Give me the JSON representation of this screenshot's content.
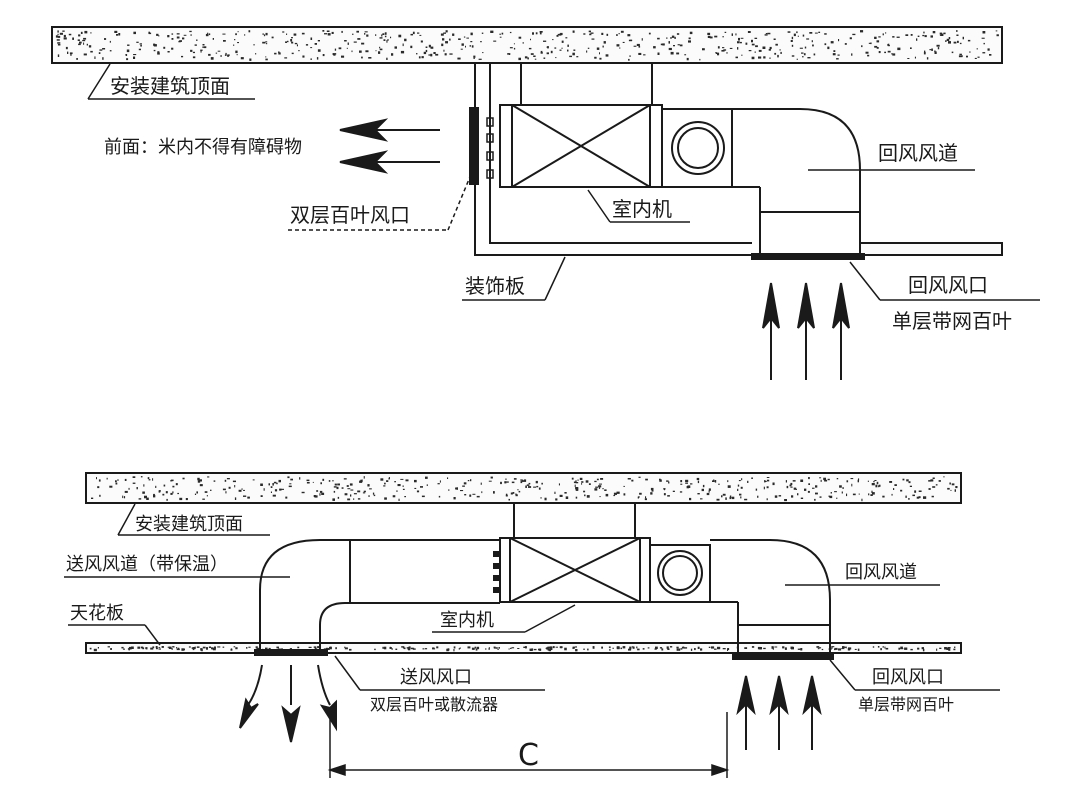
{
  "top": {
    "ceiling": "安装建筑顶面",
    "front": "前面：米内不得有障碍物",
    "supply_outlet": "双层百叶风口",
    "indoor_unit": "室内机",
    "return_duct": "回风风道",
    "decor_panel": "装饰板",
    "return_outlet": "回风风口",
    "return_grille": "单层带网百叶"
  },
  "bottom": {
    "ceiling": "安装建筑顶面",
    "supply_duct": "送风风道（带保温）",
    "ceiling_board": "天花板",
    "indoor_unit": "室内机",
    "return_duct": "回风风道",
    "supply_outlet": "送风风口",
    "supply_grille": "双层百叶或散流器",
    "return_outlet": "回风风口",
    "return_grille": "单层带网百叶",
    "dimension": "C"
  },
  "colors": {
    "line": "#1a1a1a",
    "slab_fill": "#fbfbfb",
    "speckle": "#2a2a2a"
  }
}
